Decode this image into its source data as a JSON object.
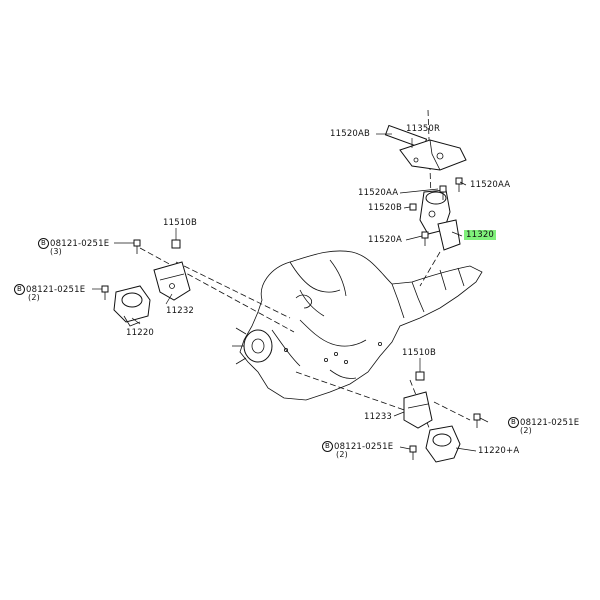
{
  "labels": {
    "p11520AB": "11520AB",
    "p11350R": "11350R",
    "p11520AA_l": "11520AA",
    "p11520AA_r": "11520AA",
    "p11520B_top": "11520B",
    "p11520A": "11520A",
    "p11320": "11320",
    "p11510B_l": "11510B",
    "bolt_upper_left": "08121-0251E",
    "bolt_upper_left_qty": "(3)",
    "bolt_left": "08121-0251E",
    "bolt_left_qty": "(2)",
    "p11232": "11232",
    "p11220": "11220",
    "p11510B_r": "11510B",
    "p11233": "11233",
    "bolt_right": "08121-0251E",
    "bolt_right_qty": "(2)",
    "bolt_lower": "08121-0251E",
    "bolt_lower_qty": "(2)",
    "p11220A": "11220+A",
    "b_symbol": "B"
  },
  "colors": {
    "highlight": "#7ff07a",
    "line": "#111111"
  }
}
